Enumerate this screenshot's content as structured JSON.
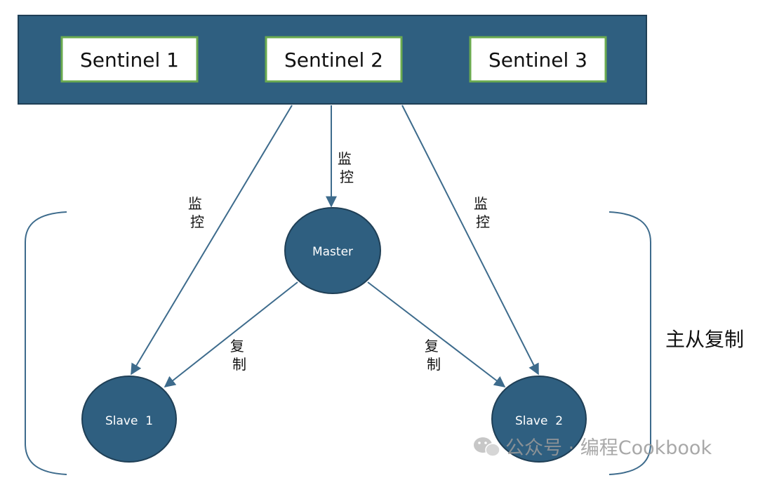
{
  "sentinels": [
    {
      "label": "Sentinel 1"
    },
    {
      "label": "Sentinel 2"
    },
    {
      "label": "Sentinel 3"
    }
  ],
  "nodes": {
    "master": "Master",
    "slave1": "Slave  1",
    "slave2": "Slave  2"
  },
  "edges": {
    "monitor": "监控",
    "replicate": "复制"
  },
  "group_label": "主从复制",
  "watermark": "公众号 · 编程Cookbook",
  "colors": {
    "panel": "#2f5f80",
    "node": "#2f5f80",
    "sentinel_border": "#6aaa4f",
    "arrow": "#3d6b8c",
    "bracket": "#3d6b8c"
  }
}
